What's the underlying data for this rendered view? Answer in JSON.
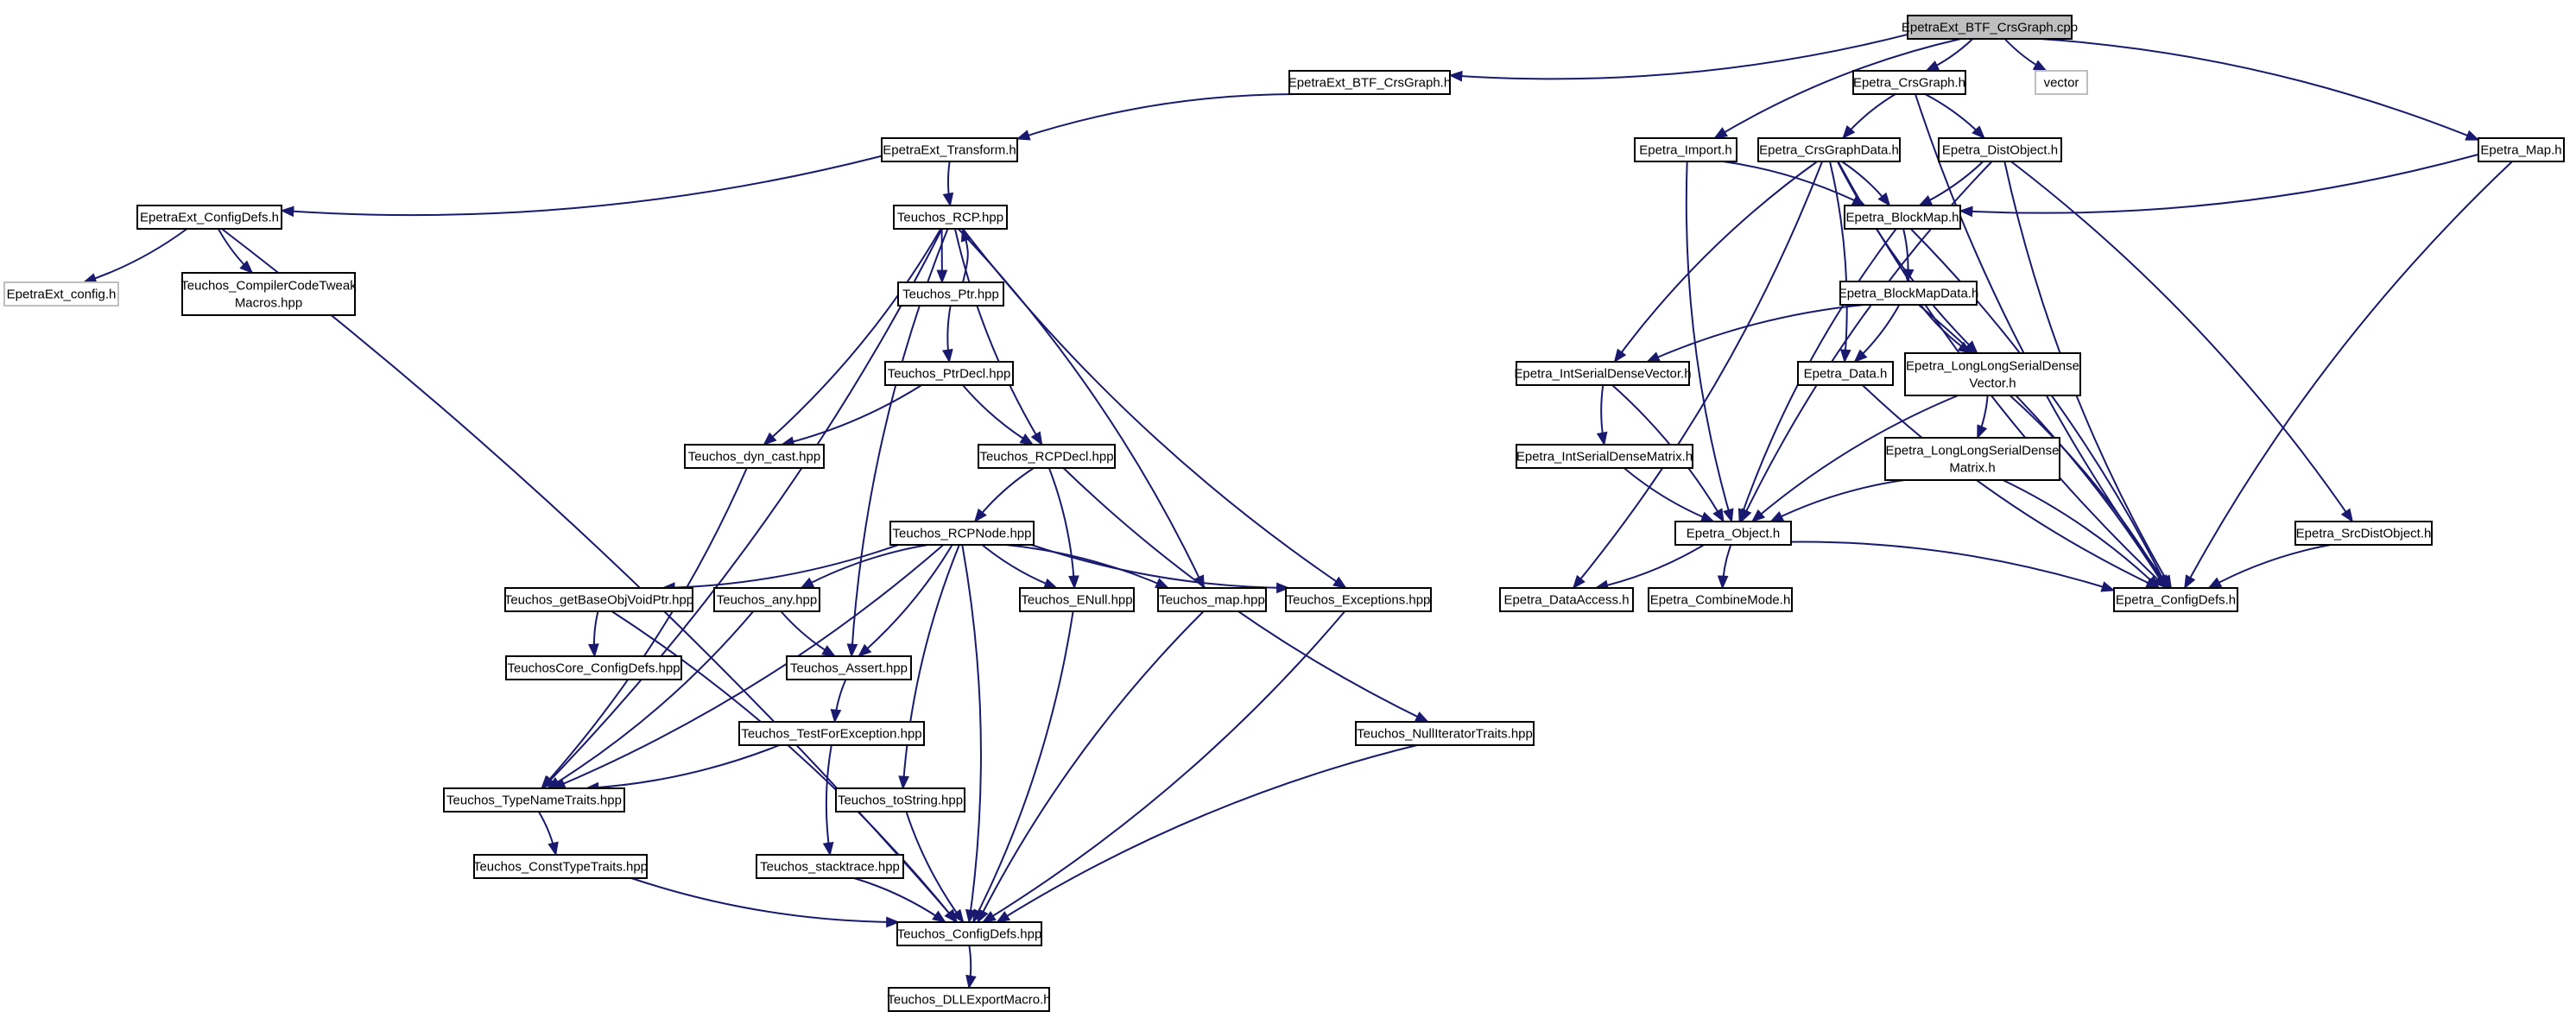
{
  "nodes": [
    {
      "id": "root",
      "lines": [
        "EpetraExt_BTF_CrsGraph.cpp"
      ],
      "kind": "root"
    },
    {
      "id": "btf_h",
      "lines": [
        "EpetraExt_BTF_CrsGraph.h"
      ]
    },
    {
      "id": "transform",
      "lines": [
        "EpetraExt_Transform.h"
      ]
    },
    {
      "id": "ext_configdefs",
      "lines": [
        "EpetraExt_ConfigDefs.h"
      ]
    },
    {
      "id": "ext_config",
      "lines": [
        "EpetraExt_config.h"
      ],
      "kind": "ext"
    },
    {
      "id": "codetweak",
      "lines": [
        "Teuchos_CompilerCodeTweak",
        "Macros.hpp"
      ]
    },
    {
      "id": "rcp",
      "lines": [
        "Teuchos_RCP.hpp"
      ]
    },
    {
      "id": "ptr",
      "lines": [
        "Teuchos_Ptr.hpp"
      ]
    },
    {
      "id": "ptrdecl",
      "lines": [
        "Teuchos_PtrDecl.hpp"
      ]
    },
    {
      "id": "dyncast",
      "lines": [
        "Teuchos_dyn_cast.hpp"
      ]
    },
    {
      "id": "rcpdecl",
      "lines": [
        "Teuchos_RCPDecl.hpp"
      ]
    },
    {
      "id": "rcpnode",
      "lines": [
        "Teuchos_RCPNode.hpp"
      ]
    },
    {
      "id": "getbase",
      "lines": [
        "Teuchos_getBaseObjVoidPtr.hpp"
      ]
    },
    {
      "id": "any",
      "lines": [
        "Teuchos_any.hpp"
      ]
    },
    {
      "id": "enull",
      "lines": [
        "Teuchos_ENull.hpp"
      ]
    },
    {
      "id": "map_hpp",
      "lines": [
        "Teuchos_map.hpp"
      ]
    },
    {
      "id": "exceptions",
      "lines": [
        "Teuchos_Exceptions.hpp"
      ]
    },
    {
      "id": "corecfg",
      "lines": [
        "TeuchosCore_ConfigDefs.hpp"
      ]
    },
    {
      "id": "assert",
      "lines": [
        "Teuchos_Assert.hpp"
      ]
    },
    {
      "id": "testforexc",
      "lines": [
        "Teuchos_TestForException.hpp"
      ]
    },
    {
      "id": "typename",
      "lines": [
        "Teuchos_TypeNameTraits.hpp"
      ]
    },
    {
      "id": "tostring",
      "lines": [
        "Teuchos_toString.hpp"
      ]
    },
    {
      "id": "nulliter",
      "lines": [
        "Teuchos_NullIteratorTraits.hpp"
      ]
    },
    {
      "id": "consttype",
      "lines": [
        "Teuchos_ConstTypeTraits.hpp"
      ]
    },
    {
      "id": "stacktrace",
      "lines": [
        "Teuchos_stacktrace.hpp"
      ]
    },
    {
      "id": "tconfigdefs",
      "lines": [
        "Teuchos_ConfigDefs.hpp"
      ]
    },
    {
      "id": "dllexport",
      "lines": [
        "Teuchos_DLLExportMacro.h"
      ]
    },
    {
      "id": "crsgraph",
      "lines": [
        "Epetra_CrsGraph.h"
      ]
    },
    {
      "id": "vector",
      "lines": [
        "vector"
      ],
      "kind": "ext"
    },
    {
      "id": "import",
      "lines": [
        "Epetra_Import.h"
      ]
    },
    {
      "id": "crsgraphdata",
      "lines": [
        "Epetra_CrsGraphData.h"
      ]
    },
    {
      "id": "distobject",
      "lines": [
        "Epetra_DistObject.h"
      ]
    },
    {
      "id": "map_h",
      "lines": [
        "Epetra_Map.h"
      ]
    },
    {
      "id": "blockmap",
      "lines": [
        "Epetra_BlockMap.h"
      ]
    },
    {
      "id": "blockmapdata",
      "lines": [
        "Epetra_BlockMapData.h"
      ]
    },
    {
      "id": "intvec",
      "lines": [
        "Epetra_IntSerialDenseVector.h"
      ]
    },
    {
      "id": "data",
      "lines": [
        "Epetra_Data.h"
      ]
    },
    {
      "id": "llvec",
      "lines": [
        "Epetra_LongLongSerialDense",
        "Vector.h"
      ]
    },
    {
      "id": "intmat",
      "lines": [
        "Epetra_IntSerialDenseMatrix.h"
      ]
    },
    {
      "id": "llmat",
      "lines": [
        "Epetra_LongLongSerialDense",
        "Matrix.h"
      ]
    },
    {
      "id": "object",
      "lines": [
        "Epetra_Object.h"
      ]
    },
    {
      "id": "srcdist",
      "lines": [
        "Epetra_SrcDistObject.h"
      ]
    },
    {
      "id": "dataaccess",
      "lines": [
        "Epetra_DataAccess.h"
      ]
    },
    {
      "id": "combinemode",
      "lines": [
        "Epetra_CombineMode.h"
      ]
    },
    {
      "id": "econfigdefs",
      "lines": [
        "Epetra_ConfigDefs.h"
      ]
    }
  ],
  "edges": [
    [
      "root",
      "btf_h"
    ],
    [
      "root",
      "import"
    ],
    [
      "root",
      "crsgraph"
    ],
    [
      "root",
      "vector"
    ],
    [
      "root",
      "map_h"
    ],
    [
      "btf_h",
      "transform"
    ],
    [
      "transform",
      "ext_configdefs"
    ],
    [
      "transform",
      "rcp"
    ],
    [
      "ext_configdefs",
      "ext_config"
    ],
    [
      "ext_configdefs",
      "codetweak"
    ],
    [
      "ext_configdefs",
      "tconfigdefs"
    ],
    [
      "rcp",
      "ptr"
    ],
    [
      "rcp",
      "dyncast"
    ],
    [
      "rcp",
      "rcpdecl"
    ],
    [
      "rcp",
      "typename"
    ],
    [
      "rcp",
      "assert"
    ],
    [
      "rcp",
      "map_hpp"
    ],
    [
      "rcp",
      "exceptions"
    ],
    [
      "ptr",
      "rcp"
    ],
    [
      "ptr",
      "ptrdecl"
    ],
    [
      "ptrdecl",
      "dyncast"
    ],
    [
      "ptrdecl",
      "rcpdecl"
    ],
    [
      "dyncast",
      "typename"
    ],
    [
      "rcpdecl",
      "rcpnode"
    ],
    [
      "rcpdecl",
      "enull"
    ],
    [
      "rcpdecl",
      "nulliter"
    ],
    [
      "rcpnode",
      "getbase"
    ],
    [
      "rcpnode",
      "any"
    ],
    [
      "rcpnode",
      "assert"
    ],
    [
      "rcpnode",
      "enull"
    ],
    [
      "rcpnode",
      "map_hpp"
    ],
    [
      "rcpnode",
      "exceptions"
    ],
    [
      "rcpnode",
      "typename"
    ],
    [
      "rcpnode",
      "tostring"
    ],
    [
      "rcpnode",
      "tconfigdefs"
    ],
    [
      "getbase",
      "corecfg"
    ],
    [
      "getbase",
      "tconfigdefs"
    ],
    [
      "any",
      "assert"
    ],
    [
      "any",
      "typename"
    ],
    [
      "assert",
      "testforexc"
    ],
    [
      "testforexc",
      "typename"
    ],
    [
      "testforexc",
      "stacktrace"
    ],
    [
      "typename",
      "consttype"
    ],
    [
      "consttype",
      "tconfigdefs"
    ],
    [
      "stacktrace",
      "tconfigdefs"
    ],
    [
      "tostring",
      "tconfigdefs"
    ],
    [
      "enull",
      "tconfigdefs"
    ],
    [
      "map_hpp",
      "tconfigdefs"
    ],
    [
      "exceptions",
      "tconfigdefs"
    ],
    [
      "nulliter",
      "tconfigdefs"
    ],
    [
      "tconfigdefs",
      "dllexport"
    ],
    [
      "crsgraph",
      "crsgraphdata"
    ],
    [
      "crsgraph",
      "distobject"
    ],
    [
      "crsgraph",
      "econfigdefs"
    ],
    [
      "import",
      "blockmap"
    ],
    [
      "import",
      "object"
    ],
    [
      "crsgraphdata",
      "blockmap"
    ],
    [
      "crsgraphdata",
      "intvec"
    ],
    [
      "crsgraphdata",
      "data"
    ],
    [
      "crsgraphdata",
      "llvec"
    ],
    [
      "crsgraphdata",
      "dataaccess"
    ],
    [
      "crsgraphdata",
      "econfigdefs"
    ],
    [
      "distobject",
      "blockmap"
    ],
    [
      "distobject",
      "object"
    ],
    [
      "distobject",
      "srcdist"
    ],
    [
      "distobject",
      "econfigdefs"
    ],
    [
      "map_h",
      "blockmap"
    ],
    [
      "map_h",
      "econfigdefs"
    ],
    [
      "blockmap",
      "blockmapdata"
    ],
    [
      "blockmap",
      "object"
    ],
    [
      "blockmap",
      "econfigdefs"
    ],
    [
      "blockmapdata",
      "intvec"
    ],
    [
      "blockmapdata",
      "data"
    ],
    [
      "blockmapdata",
      "llvec"
    ],
    [
      "blockmapdata",
      "econfigdefs"
    ],
    [
      "intvec",
      "intmat"
    ],
    [
      "intvec",
      "object"
    ],
    [
      "intmat",
      "object"
    ],
    [
      "llvec",
      "llmat"
    ],
    [
      "llvec",
      "object"
    ],
    [
      "llvec",
      "econfigdefs"
    ],
    [
      "llmat",
      "object"
    ],
    [
      "llmat",
      "econfigdefs"
    ],
    [
      "data",
      "econfigdefs"
    ],
    [
      "object",
      "dataaccess"
    ],
    [
      "object",
      "combinemode"
    ],
    [
      "object",
      "econfigdefs"
    ],
    [
      "srcdist",
      "econfigdefs"
    ]
  ]
}
